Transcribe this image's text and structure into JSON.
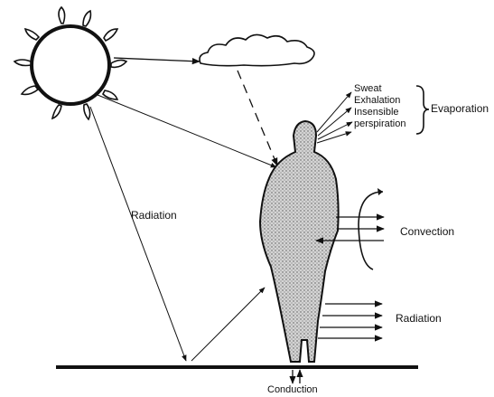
{
  "labels": {
    "sweat": "Sweat",
    "exhalation": "Exhalation",
    "insensible": "Insensible",
    "perspiration": "perspiration",
    "evaporation": "Evaporation",
    "convection": "Convection",
    "radiation_left": "Radiation",
    "radiation_right": "Radiation",
    "conduction": "Conduction"
  },
  "colors": {
    "ink": "#111111",
    "paper": "#ffffff",
    "body_fill": "#b9b9b9"
  }
}
